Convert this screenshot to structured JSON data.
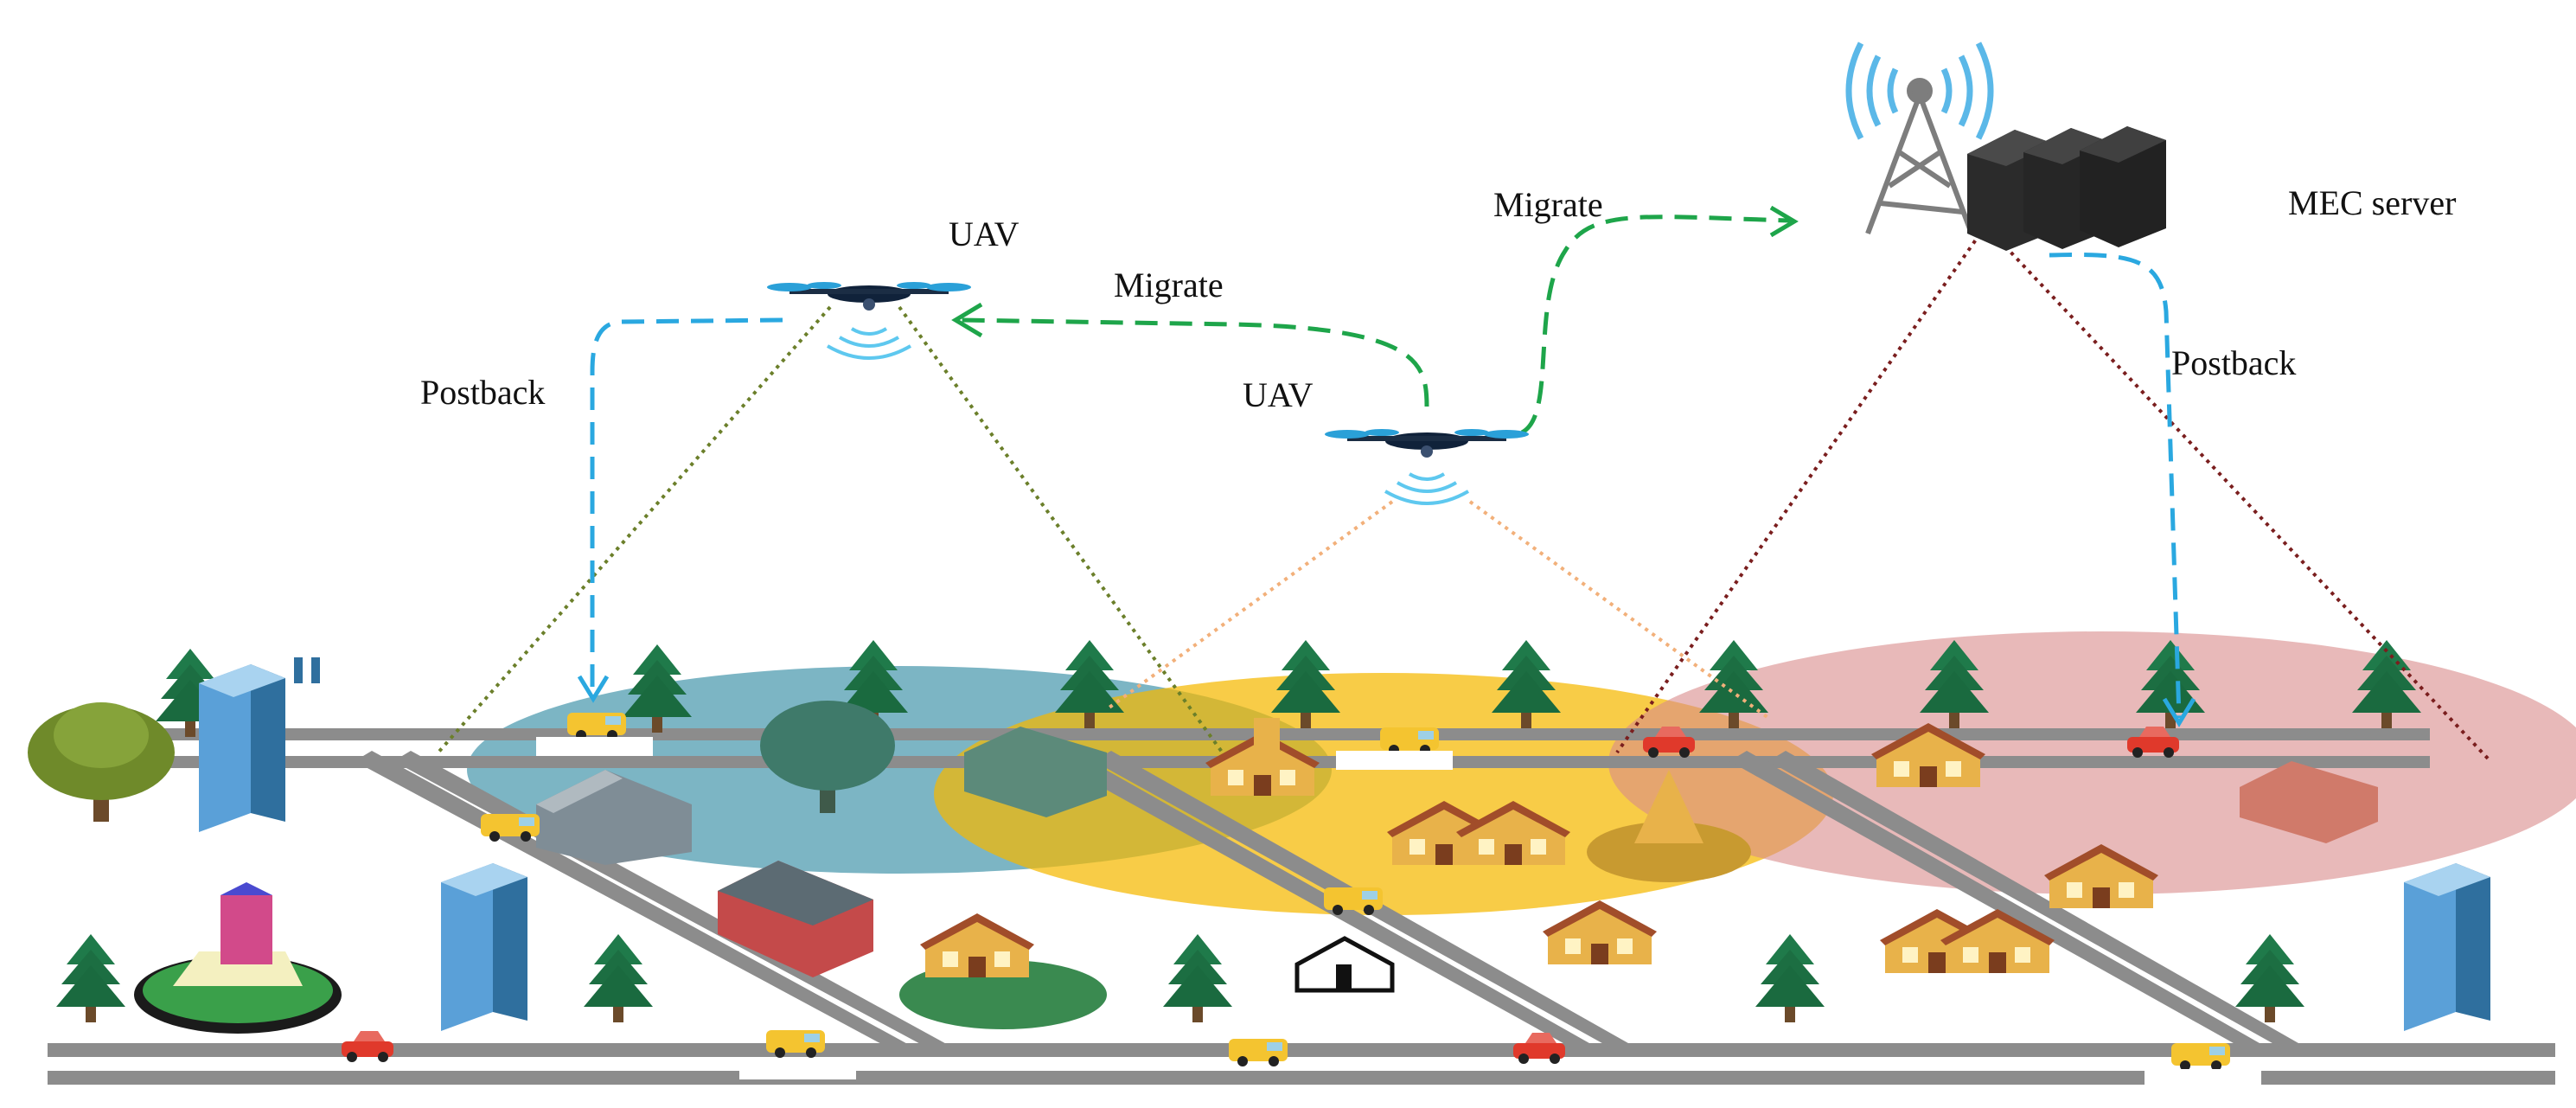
{
  "labels": {
    "uav_left": "UAV",
    "uav_mid": "UAV",
    "migrate_left": "Migrate",
    "migrate_right": "Migrate",
    "postback_left": "Postback",
    "postback_right": "Postback",
    "mec_server": "MEC server"
  },
  "colors": {
    "coverage_blue": "#2b87a0",
    "coverage_yellow": "#f5b800",
    "coverage_pink": "#d98a8a",
    "migrate_arrow": "#1ea54a",
    "postback_arrow": "#2aa8e0",
    "uav_left_beam": "#6b7f2a",
    "uav_mid_beam": "#f2b07a",
    "mec_beam": "#7a1e1e",
    "road": "#8c8c8c",
    "tree": "#1f7a4a"
  },
  "icons": [
    "uav-icon",
    "cell-tower-icon",
    "server-rack-icon",
    "tree-icon",
    "building-icon",
    "house-icon",
    "car-icon",
    "van-icon"
  ]
}
